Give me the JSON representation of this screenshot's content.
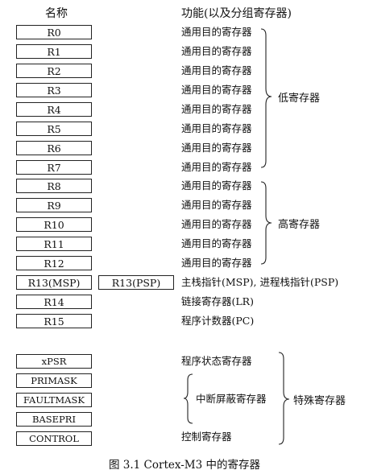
{
  "headers": {
    "name": "名称",
    "function": "功能(以及分组寄存器)"
  },
  "registers": [
    {
      "name": "R0",
      "function": "通用目的寄存器"
    },
    {
      "name": "R1",
      "function": "通用目的寄存器"
    },
    {
      "name": "R2",
      "function": "通用目的寄存器"
    },
    {
      "name": "R3",
      "function": "通用目的寄存器"
    },
    {
      "name": "R4",
      "function": "通用目的寄存器"
    },
    {
      "name": "R5",
      "function": "通用目的寄存器"
    },
    {
      "name": "R6",
      "function": "通用目的寄存器"
    },
    {
      "name": "R7",
      "function": "通用目的寄存器"
    },
    {
      "name": "R8",
      "function": "通用目的寄存器"
    },
    {
      "name": "R9",
      "function": "通用目的寄存器"
    },
    {
      "name": "R10",
      "function": "通用目的寄存器"
    },
    {
      "name": "R11",
      "function": "通用目的寄存器"
    },
    {
      "name": "R12",
      "function": "通用目的寄存器"
    },
    {
      "name": "R13(MSP)",
      "function": "主栈指针(MSP), 进程栈指针(PSP)"
    },
    {
      "name": "R14",
      "function": "链接寄存器(LR)"
    },
    {
      "name": "R15",
      "function": "程序计数器(PC)"
    }
  ],
  "psp_box": "R13(PSP)",
  "special_registers": [
    {
      "name": "xPSR"
    },
    {
      "name": "PRIMASK"
    },
    {
      "name": "FAULTMASK"
    },
    {
      "name": "BASEPRI"
    },
    {
      "name": "CONTROL"
    }
  ],
  "special_functions": {
    "xpsr": "程序状态寄存器",
    "interrupt_mask": "中断屏蔽寄存器",
    "control": "控制寄存器"
  },
  "groups": {
    "low": "低寄存器",
    "high": "高寄存器",
    "special": "特殊寄存器"
  },
  "caption": "图 3.1    Cortex-M3 中的寄存器"
}
